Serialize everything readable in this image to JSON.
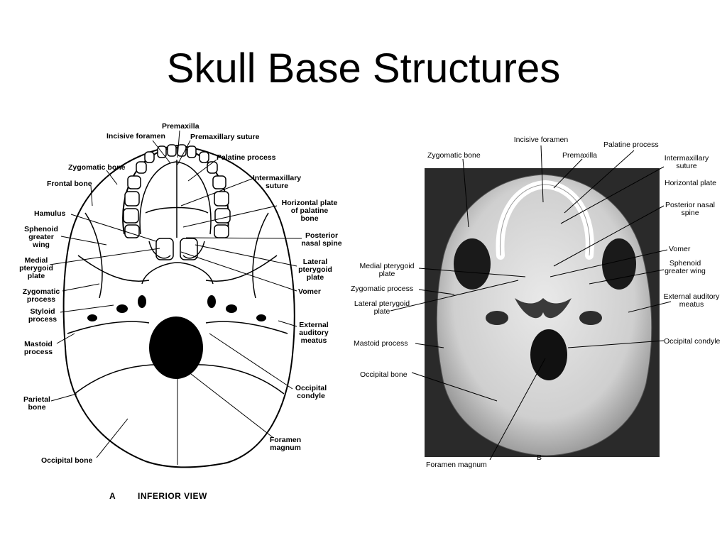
{
  "slide": {
    "title": "Skull Base Structures"
  },
  "figure_a": {
    "panel_letter": "A",
    "caption": "INFERIOR VIEW",
    "labels": {
      "premaxilla": "Premaxilla",
      "incisive_foramen": "Incisive foramen",
      "premaxillary_suture": "Premaxillary suture",
      "zygomatic_bone": "Zygomatic bone",
      "palatine_process": "Palatine process",
      "frontal_bone": "Frontal bone",
      "intermaxillary_suture": "Intermaxillary\nsuture",
      "hamulus": "Hamulus",
      "horizontal_plate": "Horizontal plate\nof palatine\nbone",
      "sphenoid_greater_wing": "Sphenoid\ngreater\nwing",
      "posterior_nasal_spine": "Posterior\nnasal spine",
      "medial_pterygoid_plate": "Medial\npterygoid\nplate",
      "lateral_pterygoid_plate": "Lateral\npterygoid\nplate",
      "zygomatic_process": "Zygomatic\nprocess",
      "vomer": "Vomer",
      "styloid_process": "Styloid\nprocess",
      "external_auditory_meatus": "External\nauditory\nmeatus",
      "mastoid_process": "Mastoid\nprocess",
      "occipital_condyle": "Occipital\ncondyle",
      "parietal_bone": "Parietal\nbone",
      "foramen_magnum": "Foramen\nmagnum",
      "occipital_bone": "Occipital bone"
    }
  },
  "figure_b": {
    "panel_letter": "B",
    "labels": {
      "incisive_foramen": "Incisive foramen",
      "palatine_process": "Palatine process",
      "zygomatic_bone": "Zygomatic bone",
      "premaxilla": "Premaxilla",
      "intermaxillary_suture": "Intermaxillary\nsuture",
      "horizontal_plate": "Horizontal plate",
      "posterior_nasal_spine": "Posterior nasal\nspine",
      "vomer": "Vomer",
      "medial_pterygoid_plate": "Medial pterygoid\nplate",
      "sphenoid_greater_wing": "Sphenoid\ngreater wing",
      "zygomatic_process": "Zygomatic process",
      "external_auditory_meatus": "External auditory\nmeatus",
      "lateral_pterygoid_plate": "Lateral pterygoid\nplate",
      "occipital_condyle": "Occipital condyle",
      "mastoid_process": "Mastoid process",
      "occipital_bone": "Occipital bone",
      "foramen_magnum": "Foramen magnum"
    }
  }
}
